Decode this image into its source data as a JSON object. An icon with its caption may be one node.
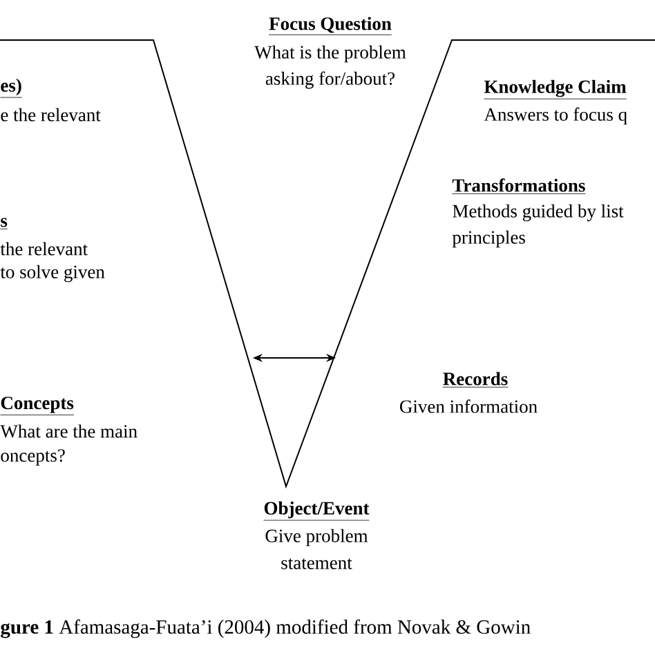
{
  "diagram": {
    "caption": "**gure 1** Afamasaga-Fuata’i (2004) modified from Novak & Gowin",
    "labels": [
      "Focus Question",
      "What is the problem",
      "asking for/about?",
      "es)",
      "e the relevant",
      "Knowledge Claim",
      "Answers to focus q",
      "Transformations",
      "Methods guided by list",
      "principles",
      "s",
      "the relevant",
      "to solve given",
      "Records",
      "Given information",
      "Concepts",
      "What are the main",
      "oncepts?",
      "Object/Event",
      "Give problem",
      "statement"
    ]
  }
}
